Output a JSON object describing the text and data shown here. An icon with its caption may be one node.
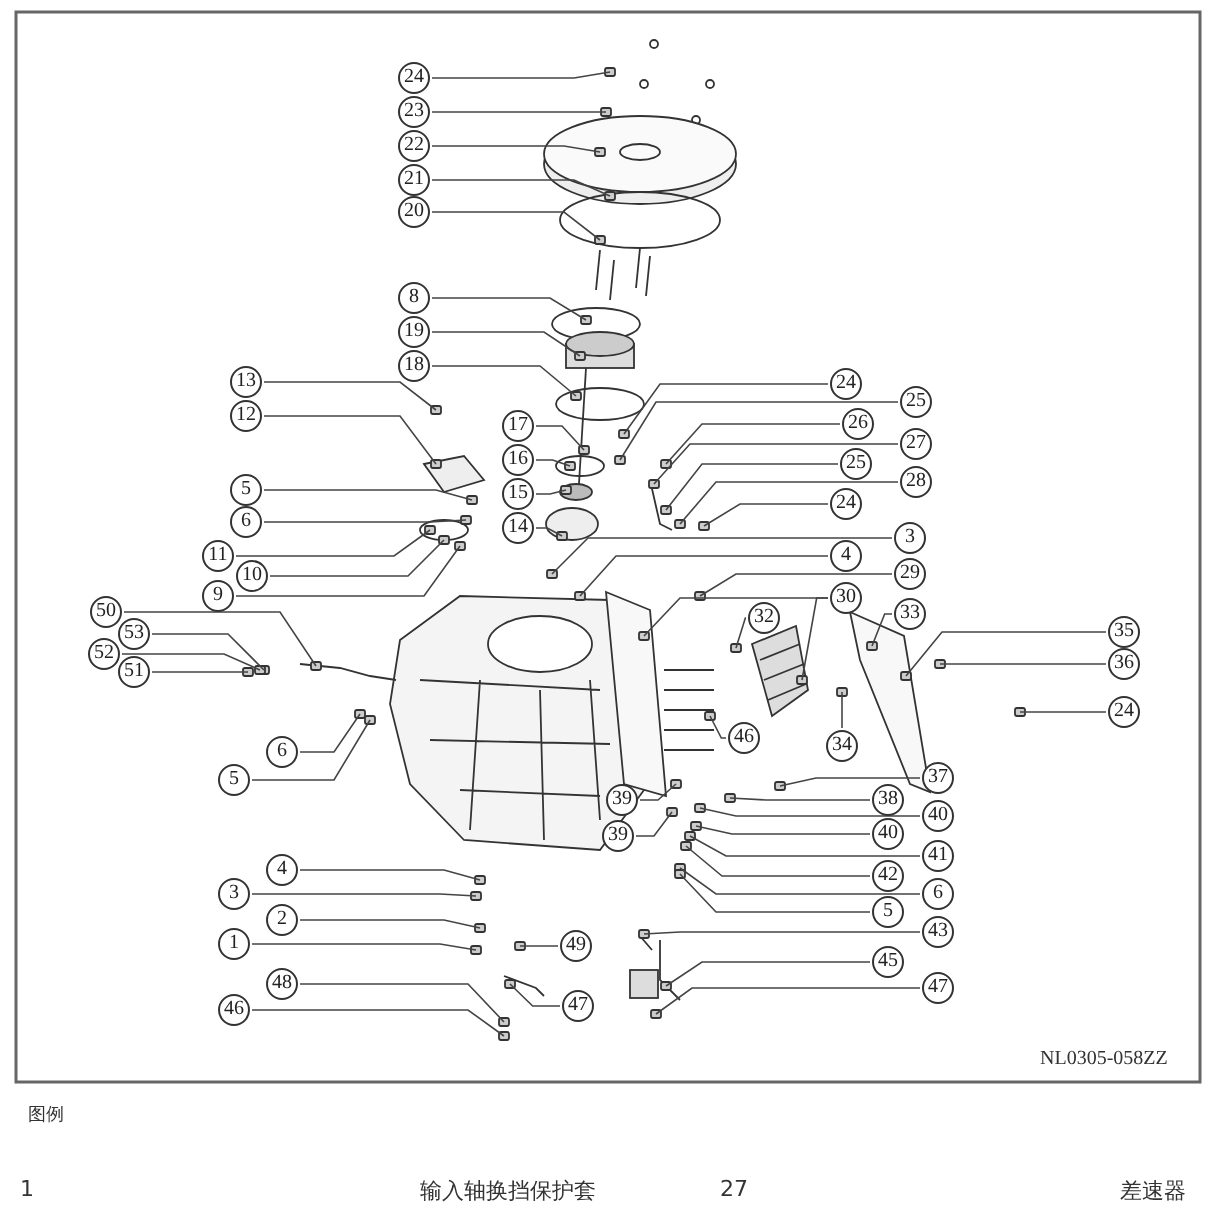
{
  "diagram": {
    "nodes": [
      {
        "text": [
          "24"
        ]
      },
      {
        "text": [
          "23"
        ]
      },
      {
        "text": [
          "22"
        ]
      },
      {
        "text": [
          "21"
        ]
      },
      {
        "text": [
          "20"
        ]
      },
      {
        "text": [
          "8"
        ]
      },
      {
        "text": [
          "19"
        ]
      },
      {
        "text": [
          "18"
        ]
      },
      {
        "text": [
          "13"
        ]
      },
      {
        "text": [
          "24"
        ]
      },
      {
        "text": [
          "25"
        ]
      },
      {
        "text": [
          "26"
        ]
      },
      {
        "text": [
          "12"
        ]
      },
      {
        "text": [
          "17"
        ]
      },
      {
        "text": [
          "27"
        ]
      },
      {
        "text": [
          "16"
        ]
      },
      {
        "text": [
          "25"
        ]
      },
      {
        "text": [
          "28"
        ]
      },
      {
        "text": [
          "5"
        ]
      },
      {
        "text": [
          "15"
        ]
      },
      {
        "text": [
          "24"
        ]
      },
      {
        "text": [
          "6"
        ]
      },
      {
        "text": [
          "14"
        ]
      },
      {
        "text": [
          "3"
        ]
      },
      {
        "text": [
          "11"
        ]
      },
      {
        "text": [
          "4"
        ]
      },
      {
        "text": [
          "10"
        ]
      },
      {
        "text": [
          "29"
        ]
      },
      {
        "text": [
          "9"
        ]
      },
      {
        "text": [
          "30"
        ]
      },
      {
        "text": [
          "50"
        ]
      },
      {
        "text": [
          "33"
        ]
      },
      {
        "text": [
          "32"
        ]
      },
      {
        "text": [
          "35"
        ]
      },
      {
        "text": [
          "53"
        ]
      },
      {
        "text": [
          "52"
        ]
      },
      {
        "text": [
          "36"
        ]
      },
      {
        "text": [
          "51"
        ]
      },
      {
        "text": [
          "24"
        ]
      },
      {
        "text": [
          "46"
        ]
      },
      {
        "text": [
          "34"
        ]
      },
      {
        "text": [
          "6"
        ]
      },
      {
        "text": [
          "37"
        ]
      },
      {
        "text": [
          "5"
        ]
      },
      {
        "text": [
          "38"
        ]
      },
      {
        "text": [
          "39"
        ]
      },
      {
        "text": [
          "40"
        ]
      },
      {
        "text": [
          "40"
        ]
      },
      {
        "text": [
          "39"
        ]
      },
      {
        "text": [
          "41"
        ]
      },
      {
        "text": [
          "4"
        ]
      },
      {
        "text": [
          "42"
        ]
      },
      {
        "text": [
          "3"
        ]
      },
      {
        "text": [
          "6"
        ]
      },
      {
        "text": [
          "5"
        ]
      },
      {
        "text": [
          "2"
        ]
      },
      {
        "text": [
          "43"
        ]
      },
      {
        "text": [
          "1"
        ]
      },
      {
        "text": [
          "49"
        ]
      },
      {
        "text": [
          "45"
        ]
      },
      {
        "text": [
          "48"
        ]
      },
      {
        "text": [
          "47"
        ]
      },
      {
        "text": [
          "47"
        ]
      },
      {
        "text": [
          "46"
        ]
      }
    ],
    "edges": [
      {
        "from": 0,
        "to": null,
        "arrow": "none"
      },
      {
        "from": 1,
        "to": null,
        "arrow": "none"
      },
      {
        "from": 2,
        "to": null,
        "arrow": "none"
      },
      {
        "from": 3,
        "to": null,
        "arrow": "none"
      },
      {
        "from": 4,
        "to": null,
        "arrow": "none"
      },
      {
        "from": 5,
        "to": null,
        "arrow": "none"
      },
      {
        "from": 6,
        "to": null,
        "arrow": "none"
      },
      {
        "from": 7,
        "to": null,
        "arrow": "none"
      },
      {
        "from": 8,
        "to": null,
        "arrow": "none"
      },
      {
        "from": 9,
        "to": null,
        "arrow": "none"
      },
      {
        "from": 10,
        "to": null,
        "arrow": "none"
      },
      {
        "from": 11,
        "to": null,
        "arrow": "none"
      },
      {
        "from": 12,
        "to": null,
        "arrow": "none"
      },
      {
        "from": 13,
        "to": null,
        "arrow": "none"
      },
      {
        "from": 14,
        "to": null,
        "arrow": "none"
      },
      {
        "from": 15,
        "to": null,
        "arrow": "none"
      },
      {
        "from": 16,
        "to": null,
        "arrow": "none"
      },
      {
        "from": 17,
        "to": null,
        "arrow": "none"
      },
      {
        "from": 18,
        "to": null,
        "arrow": "none"
      },
      {
        "from": 19,
        "to": null,
        "arrow": "none"
      },
      {
        "from": 20,
        "to": null,
        "arrow": "none"
      },
      {
        "from": 21,
        "to": null,
        "arrow": "none"
      },
      {
        "from": 22,
        "to": null,
        "arrow": "none"
      },
      {
        "from": 23,
        "to": null,
        "arrow": "none"
      },
      {
        "from": 24,
        "to": null,
        "arrow": "none"
      },
      {
        "from": 25,
        "to": null,
        "arrow": "none"
      },
      {
        "from": 26,
        "to": null,
        "arrow": "none"
      },
      {
        "from": 27,
        "to": null,
        "arrow": "none"
      },
      {
        "from": 28,
        "to": null,
        "arrow": "none"
      },
      {
        "from": 29,
        "to": null,
        "arrow": "none"
      },
      {
        "from": 29,
        "to": null,
        "arrow": "none"
      },
      {
        "from": 30,
        "to": null,
        "arrow": "none"
      },
      {
        "from": 31,
        "to": null,
        "arrow": "none"
      },
      {
        "from": 32,
        "to": null,
        "arrow": "none"
      },
      {
        "from": 33,
        "to": null,
        "arrow": "none"
      },
      {
        "from": 34,
        "to": null,
        "arrow": "none"
      },
      {
        "from": 35,
        "to": null,
        "arrow": "none"
      },
      {
        "from": 36,
        "to": null,
        "arrow": "none"
      },
      {
        "from": 37,
        "to": null,
        "arrow": "none"
      },
      {
        "from": 38,
        "to": null,
        "arrow": "none"
      },
      {
        "from": 39,
        "to": null,
        "arrow": "none"
      },
      {
        "from": 40,
        "to": null,
        "arrow": "none"
      },
      {
        "from": 41,
        "to": null,
        "arrow": "none"
      },
      {
        "from": 42,
        "to": null,
        "arrow": "none"
      },
      {
        "from": 43,
        "to": null,
        "arrow": "none"
      },
      {
        "from": 44,
        "to": null,
        "arrow": "none"
      },
      {
        "from": 45,
        "to": null,
        "arrow": "none"
      },
      {
        "from": 46,
        "to": null,
        "arrow": "none"
      },
      {
        "from": 47,
        "to": null,
        "arrow": "none"
      },
      {
        "from": 48,
        "to": null,
        "arrow": "none"
      },
      {
        "from": 49,
        "to": null,
        "arrow": "none"
      },
      {
        "from": 50,
        "to": null,
        "arrow": "none"
      },
      {
        "from": 51,
        "to": null,
        "arrow": "none"
      },
      {
        "from": 52,
        "to": null,
        "arrow": "none"
      },
      {
        "from": 53,
        "to": null,
        "arrow": "none"
      },
      {
        "from": 54,
        "to": null,
        "arrow": "none"
      },
      {
        "from": 55,
        "to": null,
        "arrow": "none"
      },
      {
        "from": 56,
        "to": null,
        "arrow": "none"
      },
      {
        "from": 57,
        "to": null,
        "arrow": "none"
      },
      {
        "from": 58,
        "to": null,
        "arrow": "none"
      },
      {
        "from": 59,
        "to": null,
        "arrow": "none"
      },
      {
        "from": 60,
        "to": null,
        "arrow": "none"
      },
      {
        "from": 61,
        "to": null,
        "arrow": "none"
      },
      {
        "from": 62,
        "to": null,
        "arrow": "none"
      },
      {
        "from": 63,
        "to": null,
        "arrow": "none"
      }
    ],
    "labels": [
      "NL0305-058ZZ",
      "图例",
      "1",
      "输入轴换挡保护套",
      "27",
      "差速器"
    ]
  }
}
